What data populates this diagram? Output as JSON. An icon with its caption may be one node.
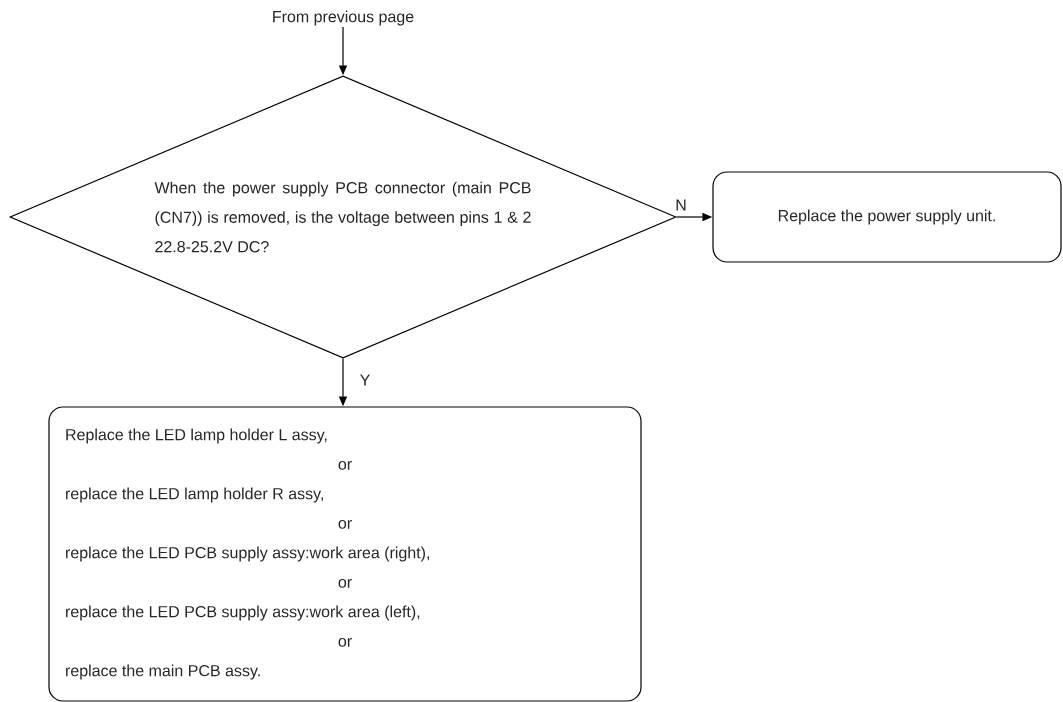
{
  "diagram": {
    "nodes": [
      {
        "text": [
          "From previous page"
        ]
      },
      {
        "text": [
          "When the power supply PCB connector (main PCB (CN7)) is removed, is the voltage between pins 1 & 2 22.8-25.2V DC?"
        ]
      },
      {
        "text": [
          "Replace the power supply unit."
        ]
      },
      {
        "text": [
          "Replace the LED lamp holder L assy,",
          "or",
          "replace the LED lamp holder R assy,",
          "or",
          "replace the LED PCB supply assy:work area (right),",
          "or",
          "replace the LED PCB supply assy:work area (left),",
          "or",
          "replace the main PCB assy."
        ]
      }
    ],
    "edges": [
      {
        "from": 0,
        "to": 1,
        "arrow": "to"
      },
      {
        "from": 1,
        "to": 2,
        "arrow": "to",
        "label": "N"
      },
      {
        "from": 1,
        "to": 3,
        "arrow": "to",
        "label": "Y"
      }
    ]
  }
}
